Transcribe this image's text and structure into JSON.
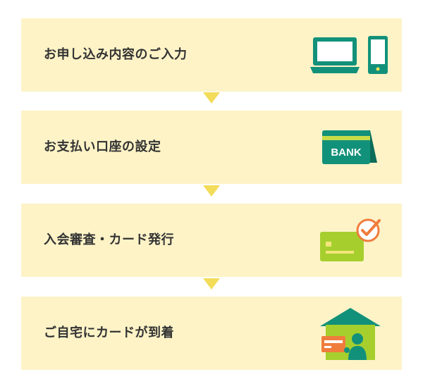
{
  "steps": [
    {
      "label": "お申し込み内容のご入力",
      "icon": "computer-and-phone-icon"
    },
    {
      "label": "お支払い口座の設定",
      "icon": "bank-book-icon",
      "icon_text": "BANK"
    },
    {
      "label": "入会審査・カード発行",
      "icon": "card-check-icon"
    },
    {
      "label": "ご自宅にカードが到着",
      "icon": "house-card-icon"
    }
  ],
  "colors": {
    "step_background": "#fdf3c7",
    "arrow": "#f3dc5a",
    "teal": "#12917a",
    "lime": "#a6cf2e",
    "orange": "#f07c3c",
    "text": "#333333"
  }
}
